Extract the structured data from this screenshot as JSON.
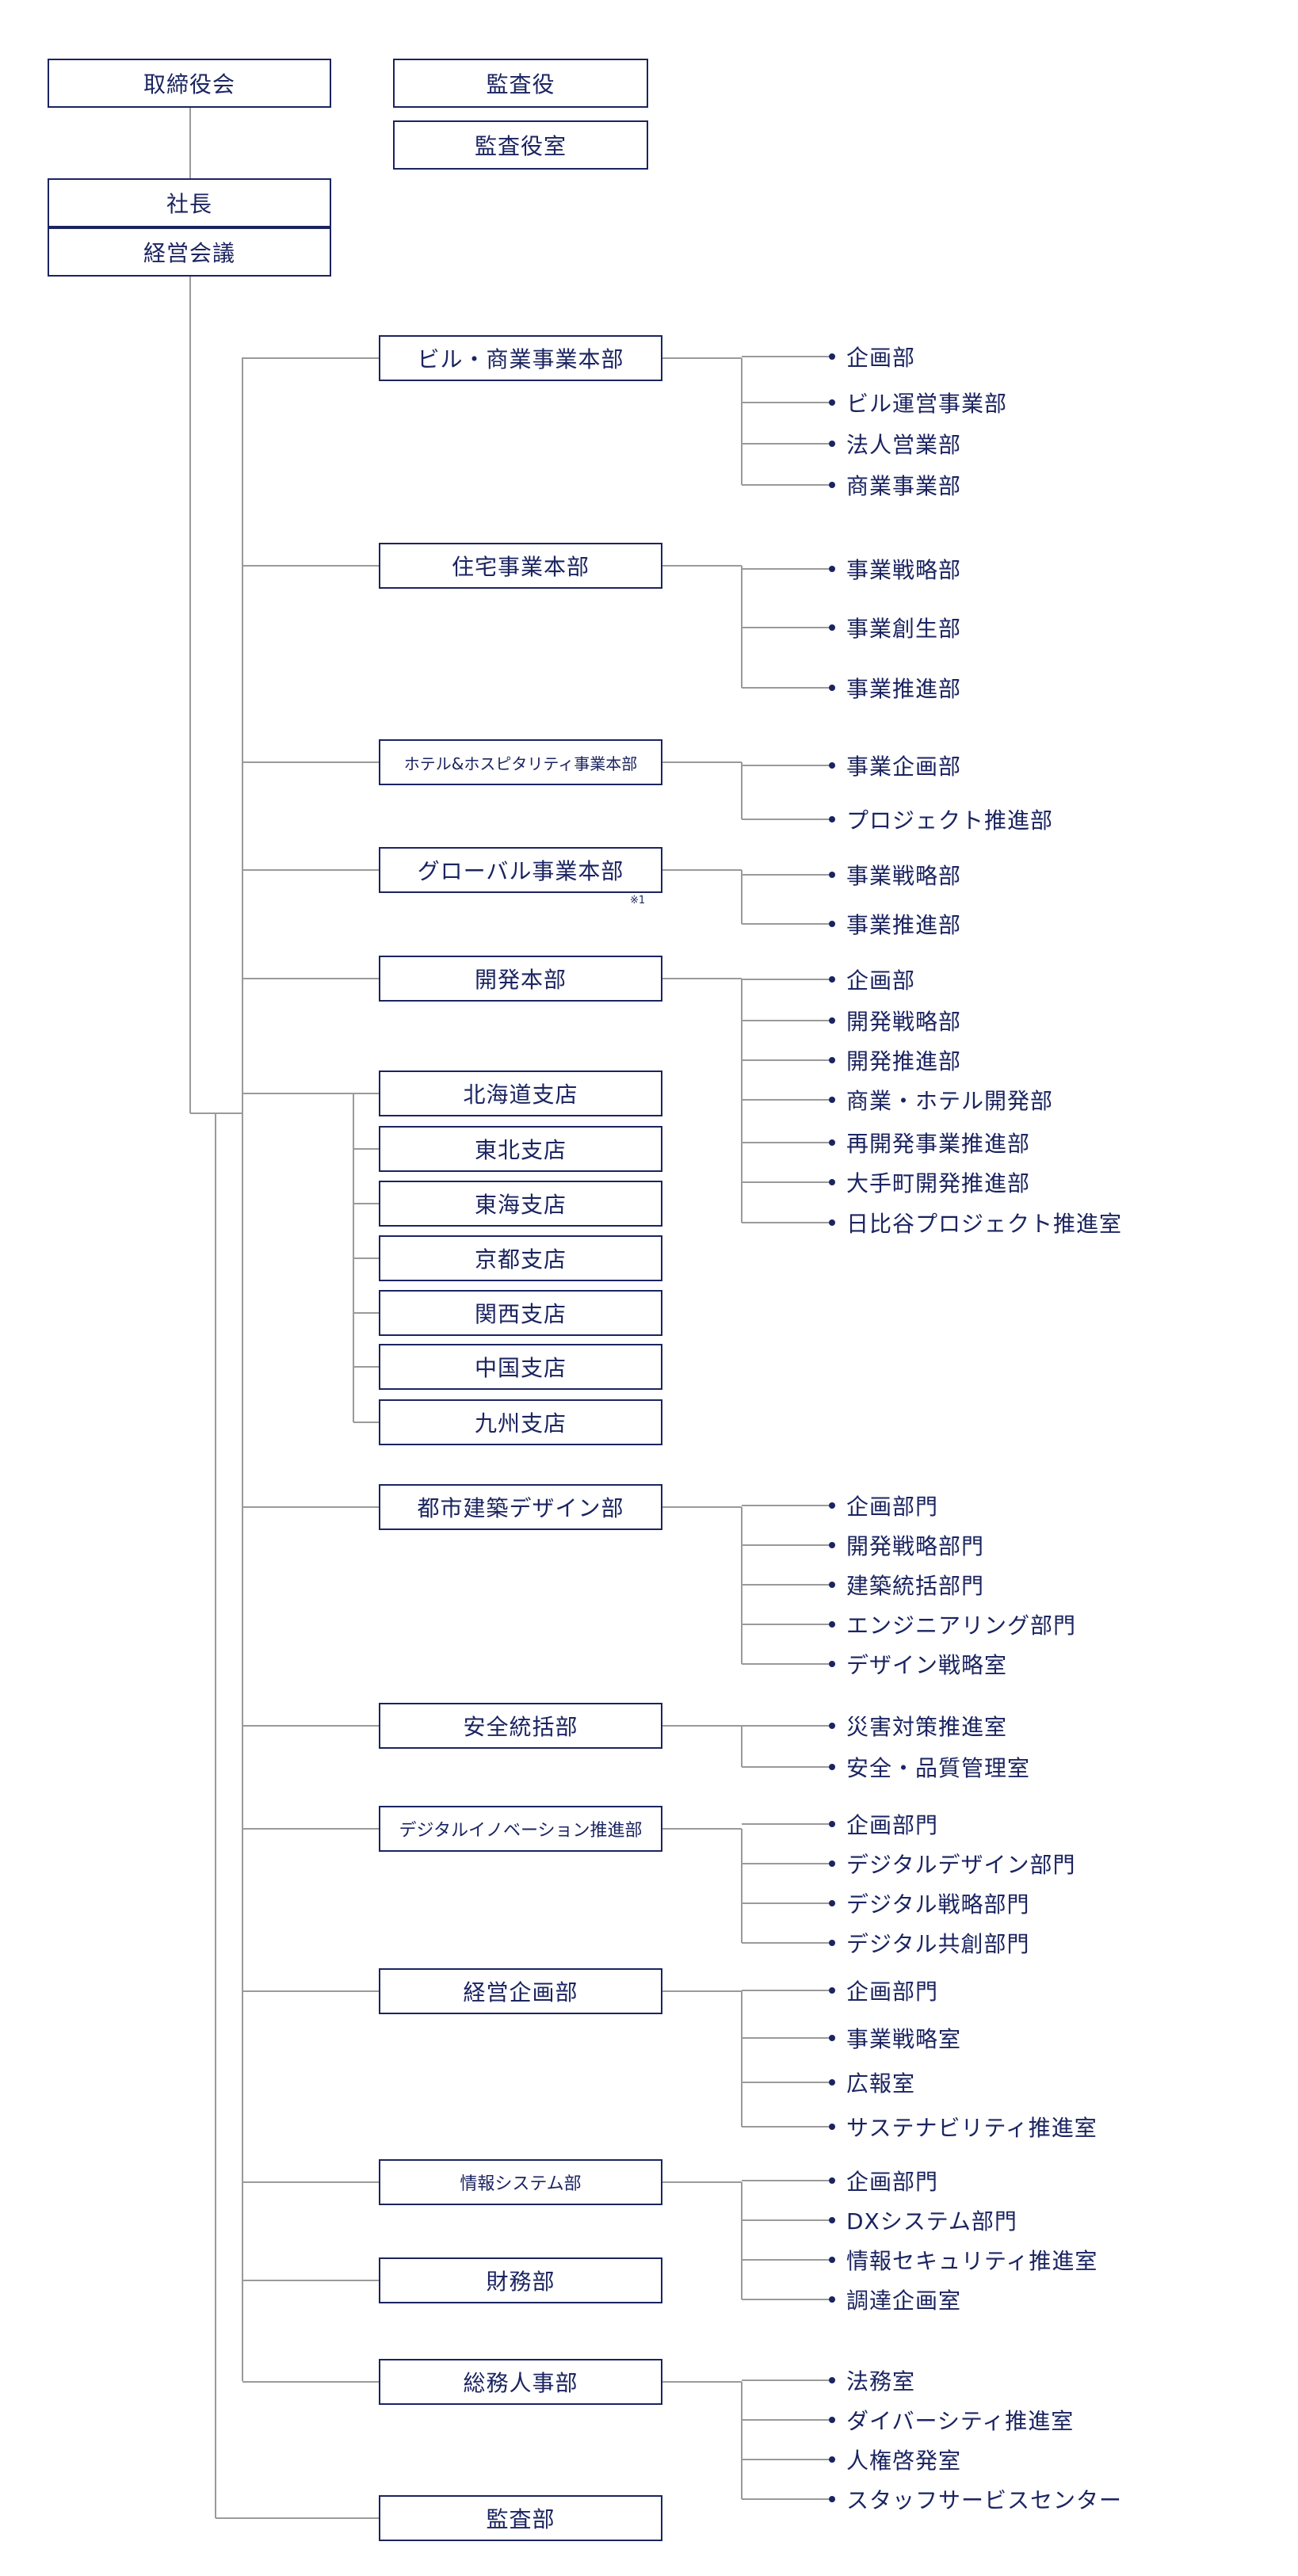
{
  "top": {
    "board": "取締役会",
    "auditors": "監査役",
    "auditors_office": "監査役室",
    "president": "社長",
    "management_meeting": "経営会議"
  },
  "groups": [
    {
      "name": "ビル・商業事業本部",
      "children": [
        "企画部",
        "ビル運営事業部",
        "法人営業部",
        "商業事業部"
      ]
    },
    {
      "name": "住宅事業本部",
      "children": [
        "事業戦略部",
        "事業創生部",
        "事業推進部"
      ]
    },
    {
      "name": "ホテル&ホスピタリティ事業本部",
      "children": [
        "事業企画部",
        "プロジェクト推進部"
      ]
    },
    {
      "name": "グローバル事業本部",
      "note": "※1",
      "children": [
        "事業戦略部",
        "事業推進部"
      ]
    },
    {
      "name": "開発本部",
      "children": [
        "企画部",
        "開発戦略部",
        "開発推進部",
        "商業・ホテル開発部",
        "再開発事業推進部",
        "大手町開発推進部",
        "日比谷プロジェクト推進室"
      ]
    },
    {
      "name": "都市建築デザイン部",
      "children": [
        "企画部門",
        "開発戦略部門",
        "建築統括部門",
        "エンジニアリング部門",
        "デザイン戦略室"
      ]
    },
    {
      "name": "安全統括部",
      "children": [
        "災害対策推進室",
        "安全・品質管理室"
      ]
    },
    {
      "name": "デジタルイノベーション推進部",
      "children": [
        "企画部門",
        "デジタルデザイン部門",
        "デジタル戦略部門",
        "デジタル共創部門"
      ]
    },
    {
      "name": "経営企画部",
      "children": [
        "企画部門",
        "事業戦略室",
        "広報室",
        "サステナビリティ推進室"
      ]
    },
    {
      "name": "情報システム部",
      "children": [
        "企画部門",
        "DXシステム部門",
        "情報セキュリティ推進室",
        "調達企画室"
      ]
    },
    {
      "name": "財務部",
      "children": []
    },
    {
      "name": "総務人事部",
      "children": [
        "法務室",
        "ダイバーシティ推進室",
        "人権啓発室",
        "スタッフサービスセンター"
      ]
    }
  ],
  "branches": [
    "北海道支店",
    "東北支店",
    "東海支店",
    "京都支店",
    "関西支店",
    "中国支店",
    "九州支店"
  ],
  "audit": "監査部",
  "colors": {
    "box": "#1b2460",
    "line": "#9a9a9a"
  }
}
